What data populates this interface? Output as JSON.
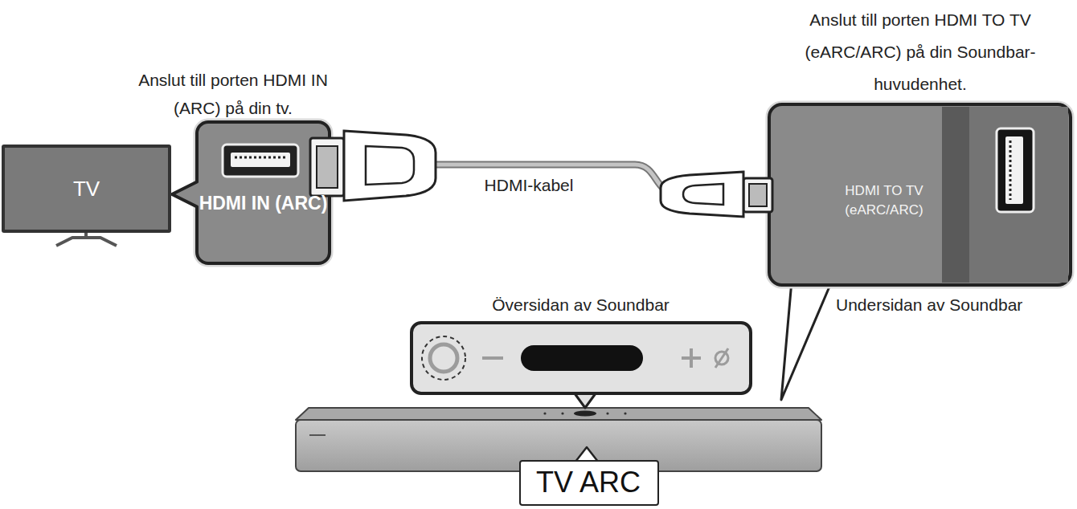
{
  "diagram": {
    "nodes": [
      {
        "text": [
          "TV"
        ]
      },
      {
        "text": [
          "Anslut till porten HDMI IN (ARC) på din tv.",
          "HDMI IN (ARC)"
        ]
      },
      {
        "text": [
          "Anslut till porten HDMI TO TV (eARC/ARC) på din Soundbar- huvudenhet.",
          "HDMI TO TV (eARC/ARC)"
        ]
      },
      {
        "text": [
          "Översidan av Soundbar"
        ]
      },
      {
        "text": [
          "TV ARC"
        ]
      }
    ],
    "edges": [
      {
        "from": 1,
        "to": 2,
        "arrow": "none",
        "label": "HDMI-kabel"
      }
    ],
    "labels": [
      "Undersidan av Soundbar"
    ]
  }
}
